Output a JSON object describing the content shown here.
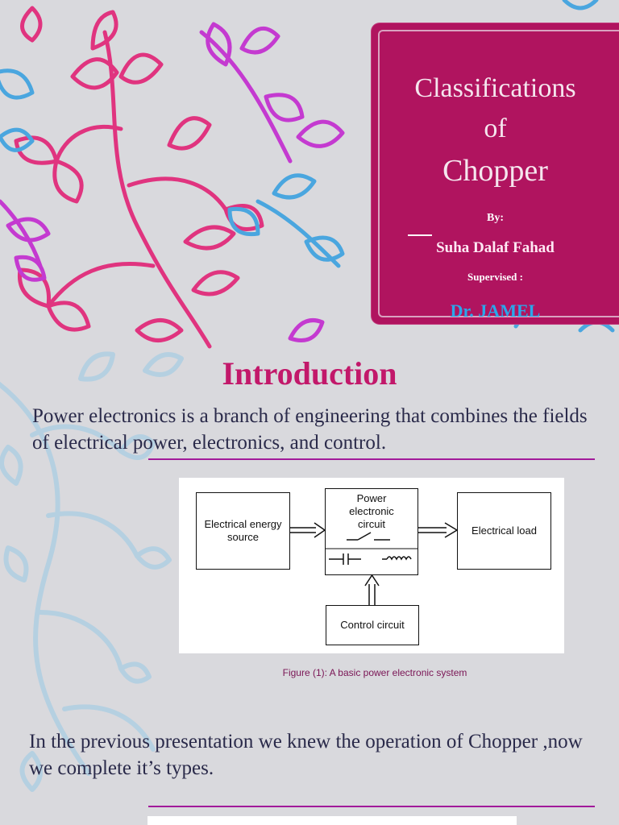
{
  "title_card": {
    "line1": "Classifications",
    "line2": "of",
    "line3": "Chopper",
    "by_label": "By:",
    "author": "Suha Dalaf Fahad",
    "supervised_label": "Supervised :",
    "supervisor": "Dr. JAMEL"
  },
  "section": {
    "heading": "Introduction",
    "paragraph1": "Power electronics is a branch of engineering that combines the fields of electrical power, electronics, and control.",
    "paragraph2": "In the previous presentation we knew the operation of Chopper ,now we complete it’s types."
  },
  "figure": {
    "source_box": "Electrical energy source",
    "power_box": "Power electronic circuit",
    "load_box": "Electrical load",
    "control_box": "Control circuit",
    "caption": "Figure (1): A basic power electronic system"
  },
  "colors": {
    "card": "#b0145f",
    "heading": "#c2186a",
    "supervisor": "#2aa7ea",
    "rule": "#a21a9a"
  }
}
